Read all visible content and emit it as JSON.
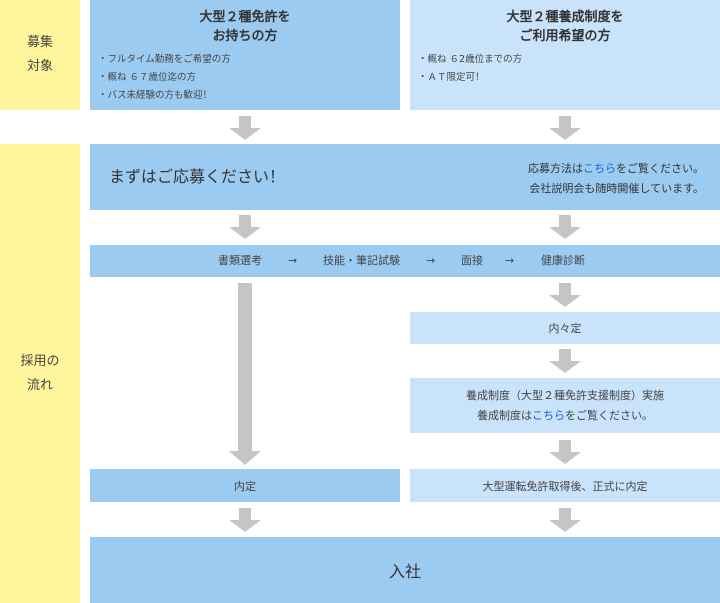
{
  "side": {
    "recruit_target": [
      "募集",
      "対象"
    ],
    "hiring_flow": [
      "採用の",
      "流れ"
    ]
  },
  "target_left": {
    "title": [
      "大型２種免許を",
      "お持ちの方"
    ],
    "bullets": [
      "・フルタイム勤務をご希望の方",
      "・概ね ６７歳位迄の方",
      "・バス未経験の方も歓迎！"
    ]
  },
  "target_right": {
    "title": [
      "大型２種養成制度を",
      "ご利用希望の方"
    ],
    "bullets": [
      "・概ね ６2歳位までの方",
      "・ＡＴ限定可！"
    ]
  },
  "apply": {
    "heading": "まずはご応募ください！",
    "method_prefix": "応募方法は",
    "method_link": "こちら",
    "method_suffix": "をご覧ください。",
    "briefing": "会社説明会も随時開催しています。"
  },
  "steps": {
    "items": [
      "書類選考",
      "技能・筆記試験",
      "面接",
      "健康診断"
    ],
    "separator": "→"
  },
  "naitei_tentative": "内々定",
  "training": {
    "line1": "養成制度（大型２種免許支援制度）実施",
    "line2_prefix": "養成制度は",
    "line2_link": "こちら",
    "line2_suffix": "をご覧ください。"
  },
  "naitei_left": "内定",
  "naitei_right": "大型運転免許取得後、正式に内定",
  "join": "入社",
  "colors": {
    "side": "#fff59d",
    "box_dark": "#9ccbf2",
    "box_light": "#c9e3fb",
    "arrow": "#c5c5c5",
    "link": "#1a5fd1"
  }
}
